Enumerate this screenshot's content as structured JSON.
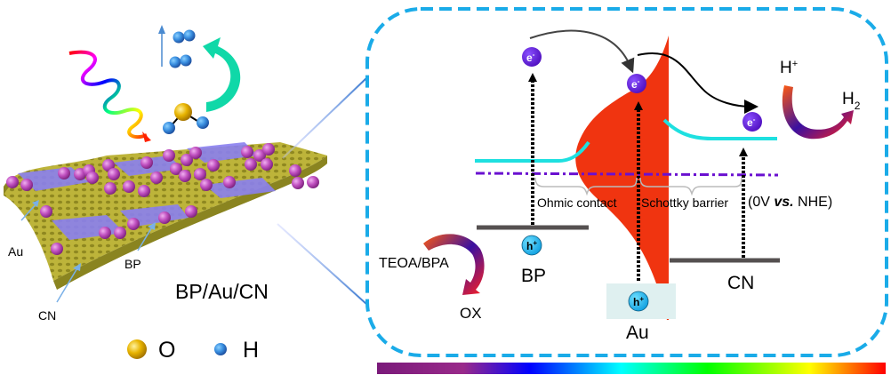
{
  "left_panel": {
    "catalyst_label": "BP/Au/CN",
    "pointer_labels": {
      "au": "Au",
      "bp": "BP",
      "cn": "CN"
    },
    "legend": [
      {
        "atom": "O",
        "color": "#e8b400"
      },
      {
        "atom": "H",
        "color": "#3a8fe0"
      }
    ],
    "molecule_colors": {
      "au_particle": "#c050c0",
      "bp_sheet": "#8a80f0",
      "cn_substrate": "#b8b030"
    }
  },
  "band_diagram": {
    "materials": {
      "bp": "BP",
      "au": "Au",
      "cn": "CN"
    },
    "electron_label": "e",
    "electron_charge": "-",
    "hole_label": "h",
    "hole_charge": "+",
    "interfaces": {
      "ohmic": "Ohmic contact",
      "schottky": "Schottky barrier"
    },
    "reference": {
      "prefix": "(0V ",
      "vs": "vs.",
      "suffix": " NHE)"
    },
    "reduction": {
      "reactant": "H",
      "reactant_charge": "+",
      "product": "H",
      "product_sub": "2"
    },
    "oxidation": {
      "reactant": "TEOA/BPA",
      "product": "OX"
    },
    "colors": {
      "border": "#1aabe8",
      "electron": "#6a14e0",
      "hole": "#1ab8ee",
      "au_plasmon": "#f03410",
      "conduction_band": "#1ee0e0",
      "valence_band": "#555050",
      "fermi_level": "#6a10d0"
    }
  },
  "spectrum_bar": {
    "colors": [
      "#7a1a7a",
      "#992a8a",
      "#0000ff",
      "#00ffff",
      "#00ff00",
      "#ffff00",
      "#ff0000"
    ]
  }
}
